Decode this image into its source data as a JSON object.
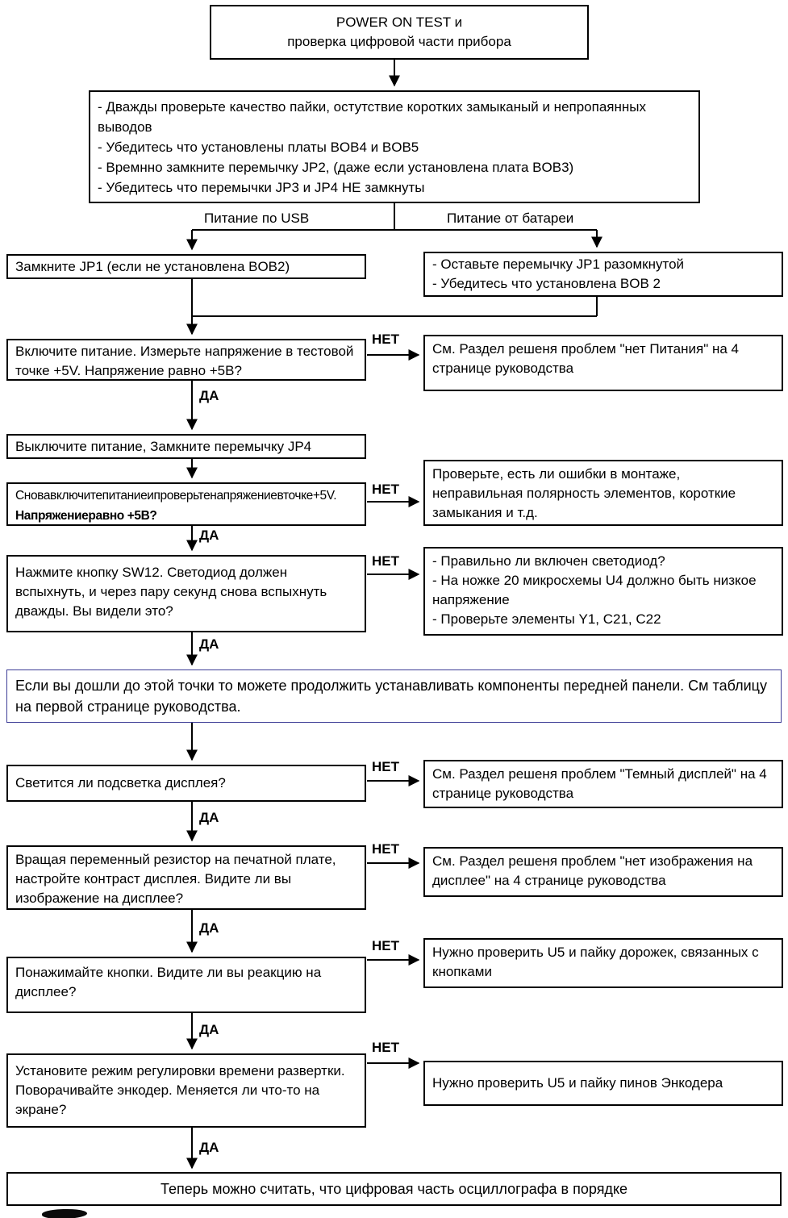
{
  "title": {
    "line1": "POWER ON TEST и",
    "line2": "проверка цифровой части прибора"
  },
  "labels": {
    "yes": "ДА",
    "no": "НЕТ",
    "usb_branch": "Питание по USB",
    "battery_branch": "Питание от батареи"
  },
  "checklist": {
    "lines": [
      "- Дважды проверьте качество пайки, остутствие коротких замыканый  и непропаянных выводов",
      "- Убедитесь что установлены платы BOB4 и BOB5",
      "- Времнно замкните перемычку JP2, (даже если установлена плата BOB3)",
      "- Убедитесь что перемычки JP3 и JP4 НЕ замкнуты"
    ]
  },
  "usb_box": {
    "text": "Замкните JP1 (если не установлена BOB2)"
  },
  "battery_box": {
    "lines": [
      "- Оставьте перемычку JP1 разомкнутой",
      "- Убедитесь что установлена BOB 2"
    ]
  },
  "power_check": {
    "text": "Включите питание. Измерьте напряжение в тестовой точке +5V. Напряжение равно +5В?"
  },
  "no_power_fix": {
    "text": "См. Раздел решеня проблем \"нет Питания\" на 4 странице руководства"
  },
  "jp4_box": {
    "text": "Выключите питание, Замкните перемычку JP4"
  },
  "recheck_box": {
    "line1": "Сновавключитепитаниеипроверьтенапряжениевточке+5V.",
    "line2": "Напряжениеравно +5В?"
  },
  "mount_errors_fix": {
    "text": "Проверьте, есть ли ошибки в монтаже, неправильная полярность элементов, короткие замыкания и т.д."
  },
  "sw12_box": {
    "text": "Нажмите кнопку SW12. Светодиод должен вспыхнуть, и через пару секунд снова вспыхнуть дважды. Вы видели это?"
  },
  "led_fix": {
    "lines": [
      "- Правильно ли включен светодиод?",
      "- На ножке 20 микросхемы U4 должно быть низкое напряжение",
      "- Проверьте элементы Y1, C21, C22"
    ]
  },
  "milestone": {
    "text": "Если вы дошли до этой точки то можете продолжить устанавливать компоненты передней панели. См таблицу на первой странице руководства."
  },
  "backlight_box": {
    "text": "Светится ли подсветка дисплея?"
  },
  "dark_display_fix": {
    "text": "См. Раздел решеня проблем \"Темный дисплей\" на 4 странице руководства"
  },
  "contrast_box": {
    "text": "Вращая переменный резистор на печатной плате, настройте контраст дисплея. Видите ли вы изображение на дисплее?"
  },
  "no_image_fix": {
    "text": "См. Раздел решеня проблем \"нет изображения на дисплее\" на 4 странице руководства"
  },
  "buttons_box": {
    "text": "Понажимайте кнопки. Видите ли вы реакцию на дисплее?"
  },
  "u5_buttons_fix": {
    "text": "Нужно проверить U5 и пайку дорожек, связанных с кнопками"
  },
  "encoder_box": {
    "text": "Установите режим регулировки времени развертки. Поворачивайте энкодер. Меняется ли что-то на экране?"
  },
  "u5_encoder_fix": {
    "text": "Нужно проверить U5 и пайку пинов Энкодера"
  },
  "final_box": {
    "text": "Теперь можно считать, что цифровая часть осциллографа в порядке"
  },
  "colors": {
    "line": "#000000",
    "milestone_border": "#3c3c96",
    "background": "#ffffff"
  }
}
